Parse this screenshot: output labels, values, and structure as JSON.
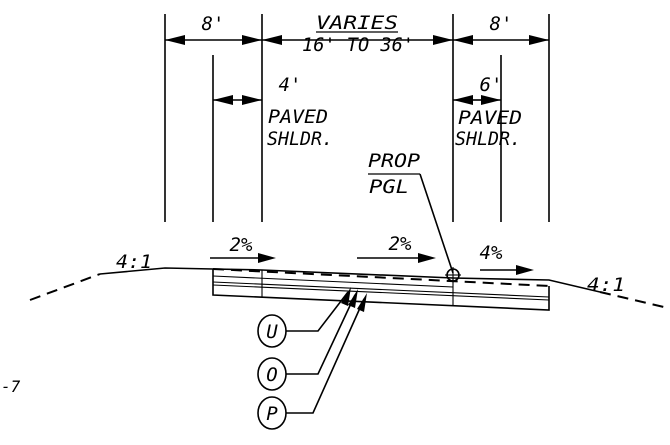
{
  "dimensions": {
    "left_shoulder_width": "8'",
    "travel_width_line1": "VARIES",
    "travel_width_line2": "16' TO 36'",
    "right_shoulder_width": "8'",
    "left_paved_width": "4'",
    "left_paved_label_line1": "PAVED",
    "left_paved_label_line2": "SHLDR.",
    "right_paved_width": "6'",
    "right_paved_label_line1": "PAVED",
    "right_paved_label_line2": "SHLDR."
  },
  "grade_line": {
    "label_line1": "PROP",
    "label_line2": "PGL"
  },
  "slopes": {
    "left_side_slope": "4:1",
    "right_side_slope": "4:1",
    "left_shoulder_cross_slope": "2%",
    "travel_cross_slope": "2%",
    "right_shoulder_cross_slope": "4%"
  },
  "callouts": [
    {
      "letter": "U"
    },
    {
      "letter": "O"
    },
    {
      "letter": "P"
    }
  ],
  "sheet_ref": "-7"
}
